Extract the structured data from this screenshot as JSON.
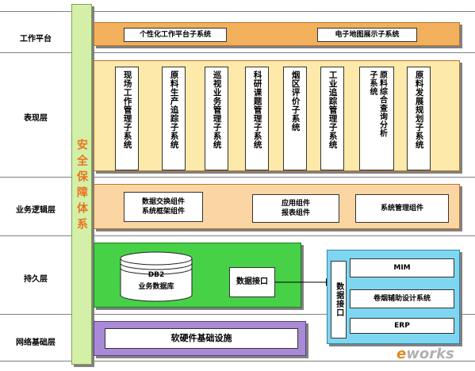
{
  "layers": {
    "work_platform": "工作平台",
    "presentation": "表现层",
    "business_logic": "业务逻辑层",
    "persistence": "持久层",
    "network": "网络基础层"
  },
  "security": "安全保障体系",
  "work_platform": {
    "items": [
      "个性化工作平台子系统",
      "电子地图展示子系统"
    ]
  },
  "presentation": {
    "items": [
      "现场工作管理子系统",
      "原料生产追踪子系统",
      "巡视业务管理子系统",
      "科研课题管理子系统",
      "烟区评价子系统",
      "工业追踪管理子系统",
      "原料综合查询分析子系统",
      "原料发展规划子系统"
    ]
  },
  "business_logic": {
    "box1_line1": "数据交换组件",
    "box1_line2": "系统框架组件",
    "box2_line1": "应用组件",
    "box2_line2": "报表组件",
    "box3": "系统管理组件"
  },
  "persistence": {
    "db_line1": "DB2",
    "db_line2": "业务数据库",
    "data_interface": "数据接口"
  },
  "external": {
    "interface": "数据接口",
    "items": [
      "MIM",
      "卷烟辅助设计系统",
      "ERP"
    ]
  },
  "network": {
    "infrastructure": "软硬件基础设施"
  },
  "watermark": {
    "prefix": "e",
    "text": "works"
  },
  "colors": {
    "work_platform": "#f2b05c",
    "presentation": "#fde9a9",
    "business_logic": "#fbd6a3",
    "persistence": "#47d147",
    "external": "#7fd6f0",
    "network": "#a98ad6",
    "security": "#d4f0a8",
    "security_text": "#e8741e"
  }
}
